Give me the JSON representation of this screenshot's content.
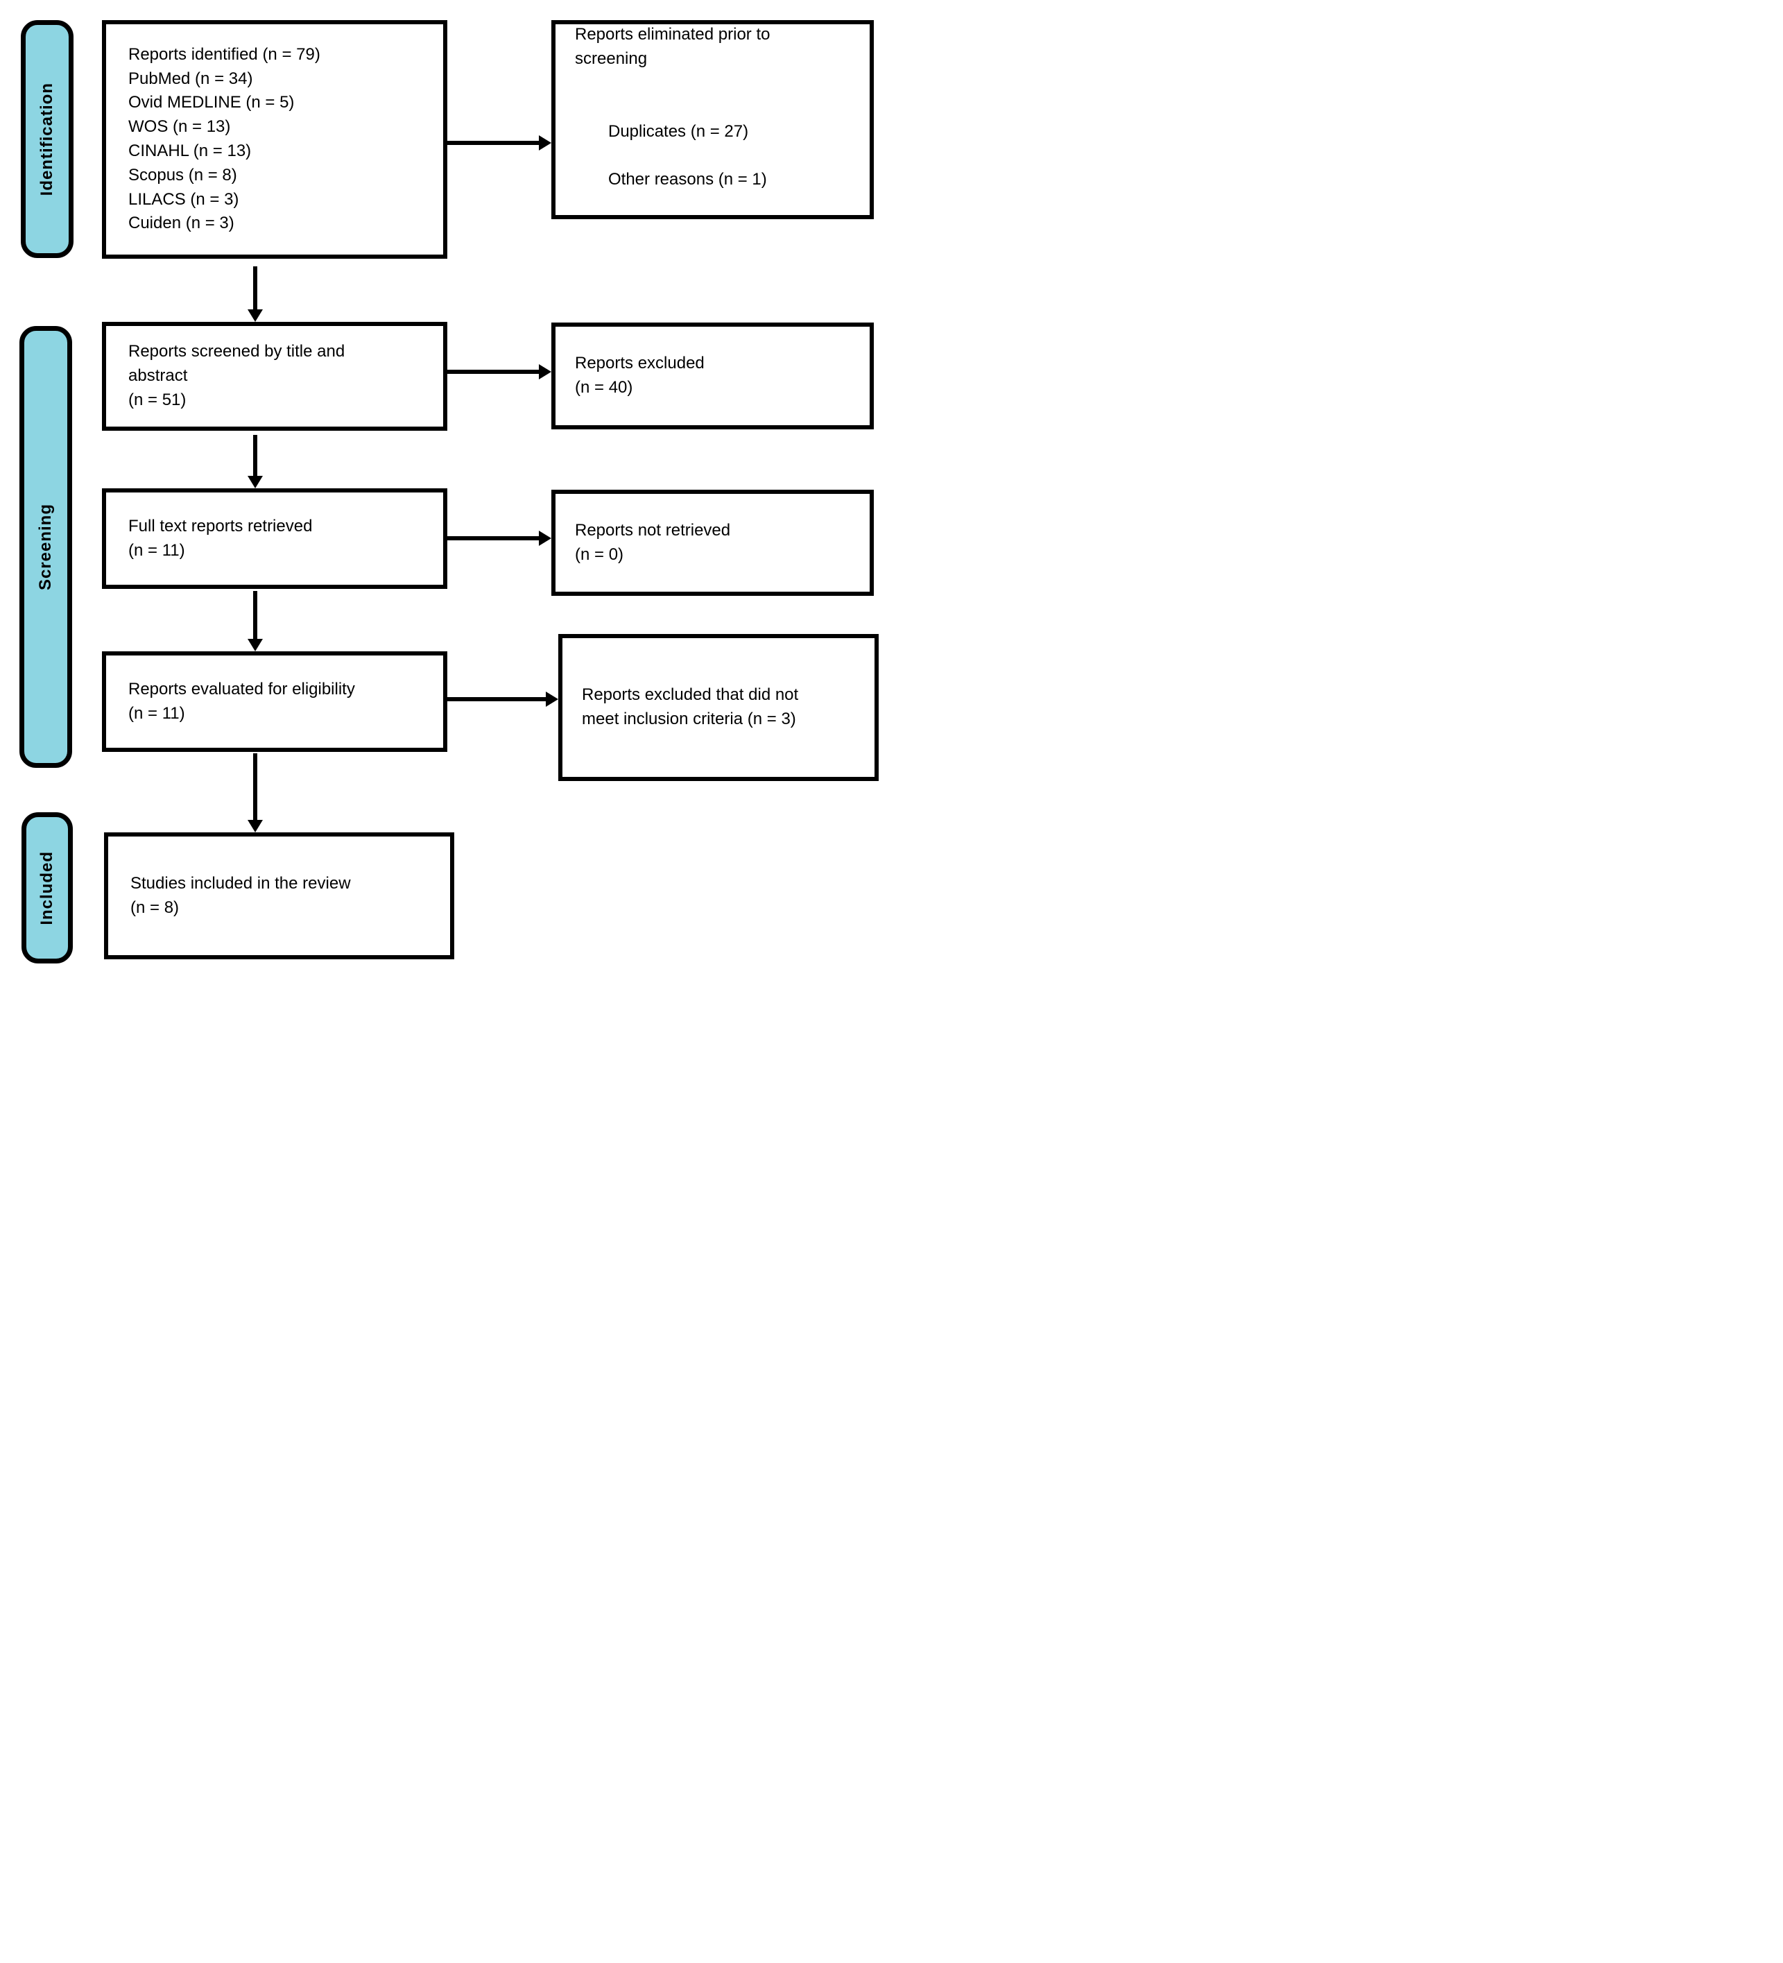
{
  "diagram": {
    "accent_color": "#8DD5E2",
    "stages": [
      {
        "id": "identification",
        "label": "Identification"
      },
      {
        "id": "screening",
        "label": "Screening"
      },
      {
        "id": "included",
        "label": "Included"
      }
    ],
    "main_boxes": [
      {
        "id": "identified",
        "text": "Reports identified (n = 79)\nPubMed (n = 34)\nOvid MEDLINE (n = 5)\nWOS (n = 13)\nCINAHL (n = 13)\nScopus (n = 8)\nLILACS (n = 3)\nCuiden (n = 3)"
      },
      {
        "id": "screened",
        "text": "Reports screened by title and\nabstract\n(n = 51)"
      },
      {
        "id": "fulltext_retrieved",
        "text": "Full text reports retrieved\n(n = 11)"
      },
      {
        "id": "evaluated",
        "text": "Reports evaluated for eligibility\n(n = 11)"
      },
      {
        "id": "included_studies",
        "text": "Studies included in the review\n(n = 8)"
      }
    ],
    "side_boxes": [
      {
        "id": "eliminated_prior",
        "title": "Reports eliminated prior to\nscreening",
        "items": [
          "Duplicates (n = 27)",
          "Other reasons (n = 1)"
        ]
      },
      {
        "id": "excluded",
        "text": "Reports excluded\n(n = 40)"
      },
      {
        "id": "not_retrieved",
        "text": "Reports not retrieved\n(n = 0)"
      },
      {
        "id": "excluded_criteria",
        "text": "Reports excluded that did not\nmeet inclusion criteria (n = 3)"
      }
    ]
  }
}
